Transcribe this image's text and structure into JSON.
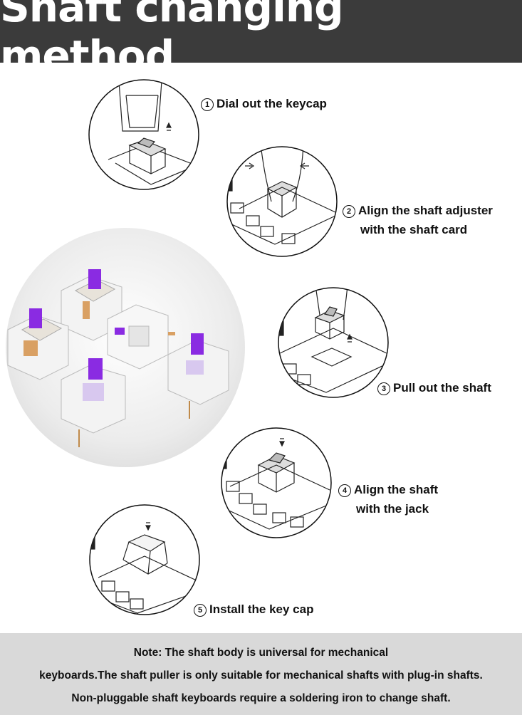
{
  "header": {
    "title": "Shaft changing method"
  },
  "steps": [
    {
      "num": "1",
      "lines": [
        "Dial out the keycap"
      ],
      "icon": "keycap-removal-illustration"
    },
    {
      "num": "2",
      "lines": [
        "Align the shaft adjuster",
        "with the shaft card"
      ],
      "icon": "switch-puller-align-illustration"
    },
    {
      "num": "3",
      "lines": [
        "Pull out the shaft"
      ],
      "icon": "switch-pull-out-illustration"
    },
    {
      "num": "4",
      "lines": [
        "Align the shaft",
        "with  the jack"
      ],
      "icon": "switch-insert-illustration"
    },
    {
      "num": "5",
      "lines": [
        "Install the key cap"
      ],
      "icon": "keycap-install-illustration"
    }
  ],
  "photo": {
    "icon": "purple-switches-photo",
    "accent": "#8a2be2"
  },
  "note": {
    "lines": [
      "Note: The shaft body is universal for mechanical",
      "keyboards.The shaft puller is only suitable for mechanical shafts with plug-in shafts.",
      "Non-pluggable shaft keyboards require a soldering iron to change shaft."
    ]
  },
  "colors": {
    "header_bg": "#3b3b3b",
    "note_bg": "#d9d9d9",
    "switch_stem": "#8a2be2"
  }
}
